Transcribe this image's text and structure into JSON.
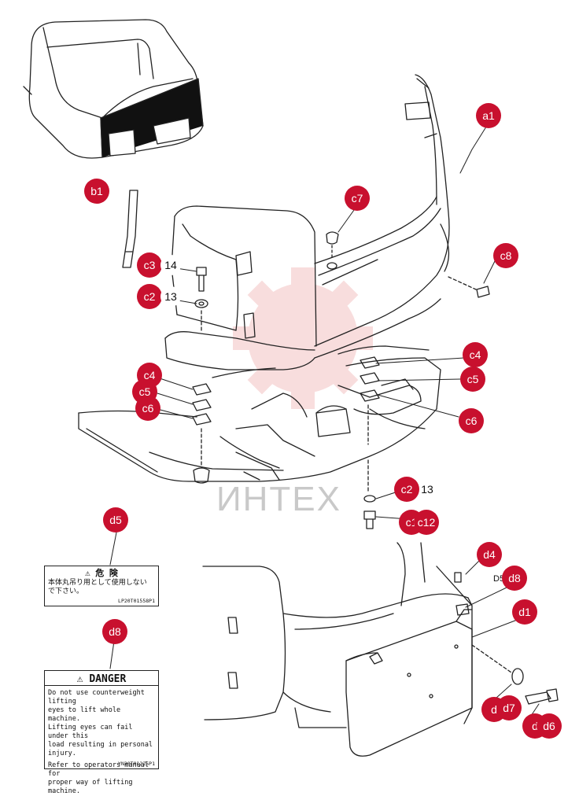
{
  "watermark": "ИНТЕХ",
  "callouts": {
    "a1": "a1",
    "b1": "b1",
    "c2_upper": "c2",
    "c3": "c3",
    "c4_left": "c4",
    "c5_left": "c5",
    "c6_left": "c6",
    "c7": "c7",
    "c8": "c8",
    "c4_right": "c4",
    "c5_right": "c5",
    "c6_right": "c6",
    "c2_lower": "c2",
    "c1": "c1",
    "c12": "c12",
    "d1": "d1",
    "d4": "d4",
    "d5": "d5",
    "d6": "d6",
    "d7": "d7",
    "d8_top": "d8",
    "d8_label": "d8",
    "d_partial_1": "d",
    "d_partial_2": "d"
  },
  "numbers": {
    "n14": "14",
    "n13_upper": "13",
    "n13_lower": "13"
  },
  "small_tag": "D5",
  "label_d5": {
    "title": "⚠ 危 険",
    "line1": "本体丸吊り用として使用しない",
    "line2": "で下さい。",
    "code": "LP20T01558P1"
  },
  "label_d8": {
    "title": "DANGER",
    "lines": [
      "Do not use counterweight lifting",
      "eyes to lift whole machine.",
      "Lifting eyes can fail under this",
      "load resulting in personal injury.",
      "Refer to operators manual for",
      "proper way of lifting machine."
    ],
    "code": "YN20T01225P1"
  },
  "colors": {
    "callout": "#c8102e",
    "watermark": "#d9d9d9",
    "line": "#222222"
  }
}
